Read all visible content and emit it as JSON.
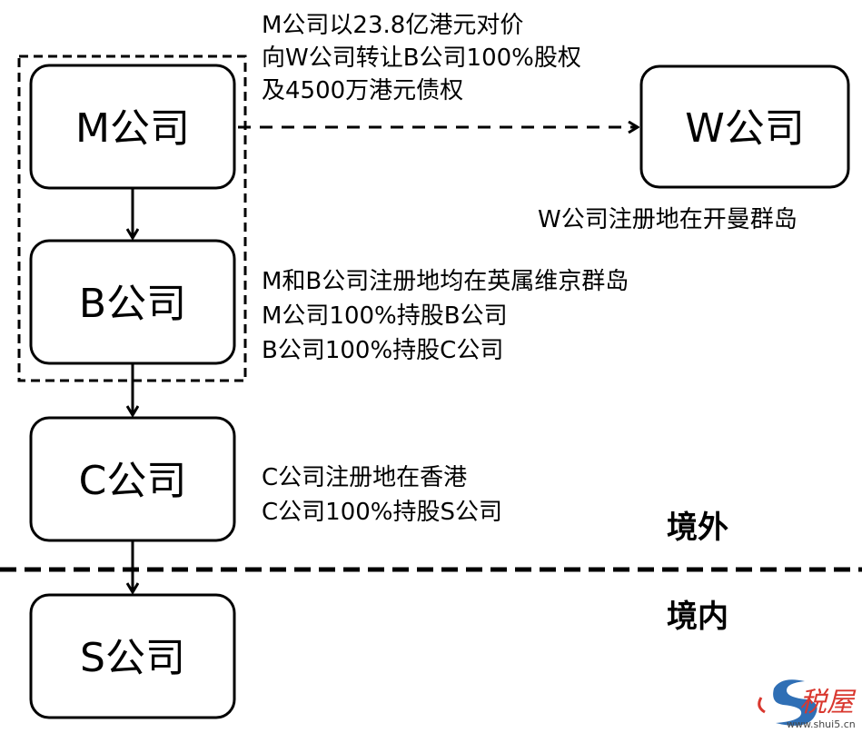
{
  "nodes": {
    "m": "M公司",
    "b": "B公司",
    "c": "C公司",
    "s": "S公司",
    "w": "W公司"
  },
  "notes": {
    "transfer": [
      "M公司以23.8亿港元对价",
      "向W公司转让B公司100%股权",
      "及4500万港元债权"
    ],
    "w_reg": "W公司注册地在开曼群岛",
    "mb": [
      "M和B公司注册地均在英属维京群岛",
      "M公司100%持股B公司",
      "B公司100%持股C公司"
    ],
    "c": [
      "C公司注册地在香港",
      "C公司100%持股S公司"
    ]
  },
  "regions": {
    "overseas": "境外",
    "domestic": "境内"
  },
  "watermark": {
    "text": "税屋",
    "site": "www.shui5.cn",
    "colors": {
      "red": "#d9372e",
      "blue": "#2f6fb5"
    }
  }
}
